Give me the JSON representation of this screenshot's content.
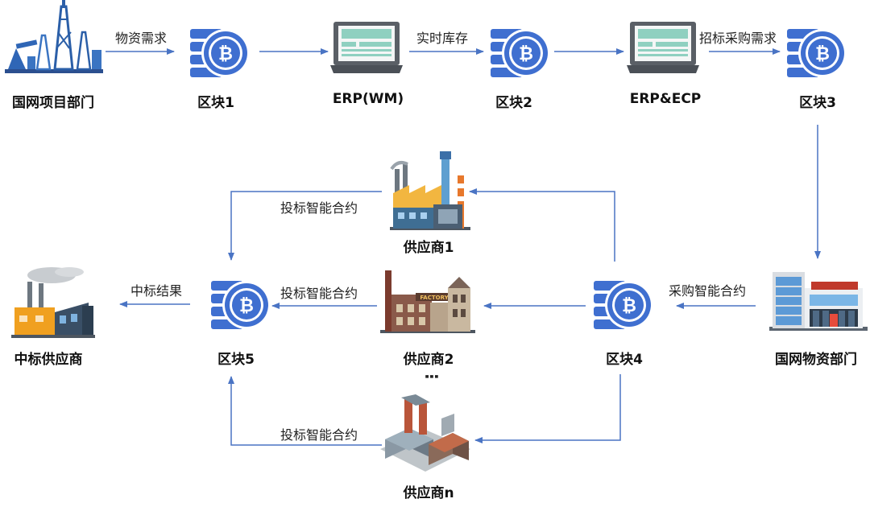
{
  "nodes": {
    "sgcc_project": "国网项目部门",
    "block1": "区块1",
    "erp_wm": "ERP(WM)",
    "block2": "区块2",
    "erp_ecp": "ERP&ECP",
    "block3": "区块3",
    "sgcc_material": "国网物资部门",
    "block4": "区块4",
    "supplier1": "供应商1",
    "supplier2": "供应商2",
    "supplier_n": "供应商n",
    "block5": "区块5",
    "winning_supplier": "中标供应商"
  },
  "edges": {
    "material_demand": "物资需求",
    "realtime_inventory": "实时库存",
    "tender_procurement_demand": "招标采购需求",
    "procurement_contract": "采购智能合约",
    "bid_contract_1": "投标智能合约",
    "bid_contract_2": "投标智能合约",
    "bid_contract_n": "投标智能合约",
    "bid_result": "中标结果"
  },
  "ellipsis": "⋮",
  "colors": {
    "arrow": "#4a74c4",
    "block": "#3f6fd0",
    "block_dark": "#2a56b3"
  }
}
